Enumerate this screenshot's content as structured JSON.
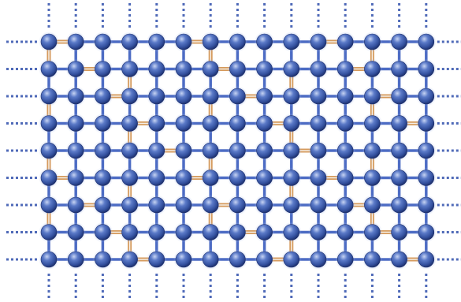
{
  "diagram": {
    "type": "square-lattice",
    "rows": 9,
    "columns": 15,
    "continues_beyond_edges": true,
    "atom_color": "#3d5aa6",
    "atom_highlight": "#b7c6ec",
    "atom_shadow": "#1d2f6b",
    "bond_color": "#4d6cc4",
    "bond_highlight_color": "#d59a5c",
    "continuation_color": "#4f6ab8",
    "background": "#ffffff"
  }
}
